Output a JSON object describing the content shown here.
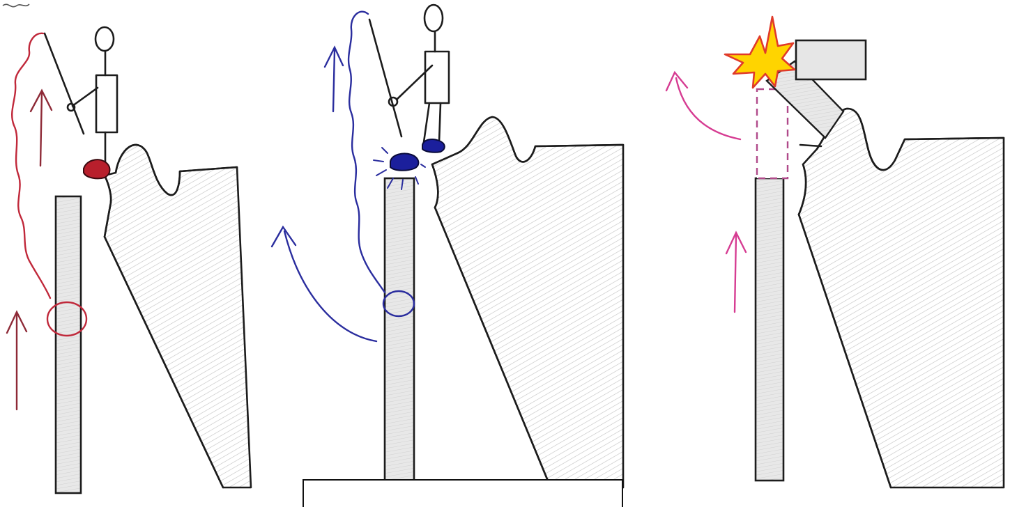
{
  "colors": {
    "background": "#ffffff",
    "ink": "#1c1c1c",
    "bone_fill": "#e6e6e6",
    "panel1_accent": "#c0283a",
    "panel1_arrow": "#8e2a37",
    "panel2_accent": "#2a2d9e",
    "panel2_glove": "#1b1f9c",
    "panel3_accent": "#d63c92",
    "panel3_burst_outer": "#e03a2a",
    "panel3_burst_inner": "#ffd400"
  },
  "panels": [
    {
      "id": "panel-1",
      "accent": "red",
      "icons": [
        "stick-figure-icon",
        "red-glove-icon",
        "loop-icon",
        "up-arrow-icon"
      ]
    },
    {
      "id": "panel-2",
      "accent": "blue",
      "icons": [
        "stick-figure-icon",
        "blue-glove-icon",
        "impact-lines-icon",
        "loop-icon",
        "curved-arrow-icon"
      ]
    },
    {
      "id": "panel-3",
      "accent": "magenta",
      "icons": [
        "explosion-burst-icon",
        "block-icon",
        "dashed-outline-icon",
        "curved-arrow-icon",
        "up-arrow-icon"
      ]
    }
  ],
  "caption": {
    "text": ""
  }
}
